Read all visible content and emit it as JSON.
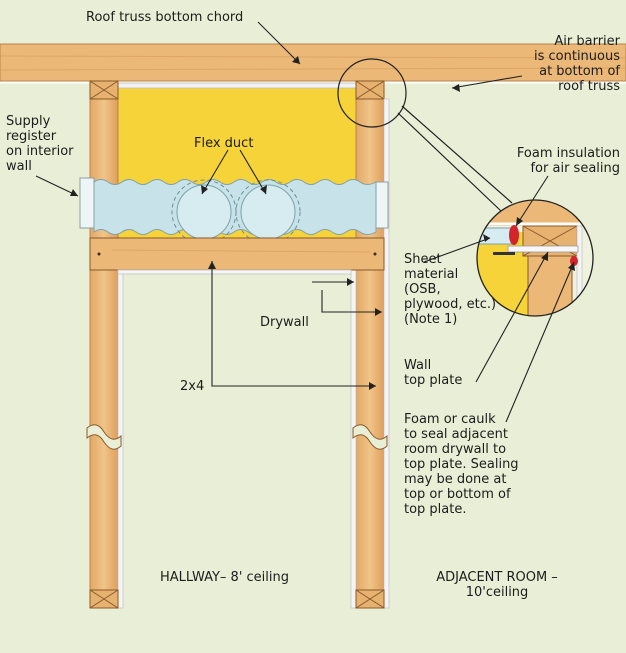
{
  "labels": {
    "roof_truss": "Roof truss bottom chord",
    "air_barrier": "Air barrier\nis continuous\nat bottom of\nroof truss",
    "supply_register": "Supply\nregister\non interior\nwall",
    "flex_duct": "Flex duct",
    "foam_insulation": "Foam insulation\nfor air sealing",
    "sheet_material": "Sheet\nmaterial\n(OSB,\nplywood, etc.)\n(Note 1)",
    "drywall": "Drywall",
    "wall_top_plate": "Wall\ntop plate",
    "two_by_four": "2x4",
    "foam_caulk": "Foam or caulk\nto seal adjacent\nroom drywall to\ntop plate. Sealing\nmay be done at\ntop or bottom of\ntop plate.",
    "hallway": "HALLWAY– 8' ceiling",
    "adjacent_room": "ADJACENT ROOM –\n10'ceiling"
  },
  "colors": {
    "background": "#e9efd6",
    "wood": "#ebb877",
    "insulation": "#f7d33a",
    "duct": "#c7e2e8",
    "foam": "#d4242b"
  }
}
